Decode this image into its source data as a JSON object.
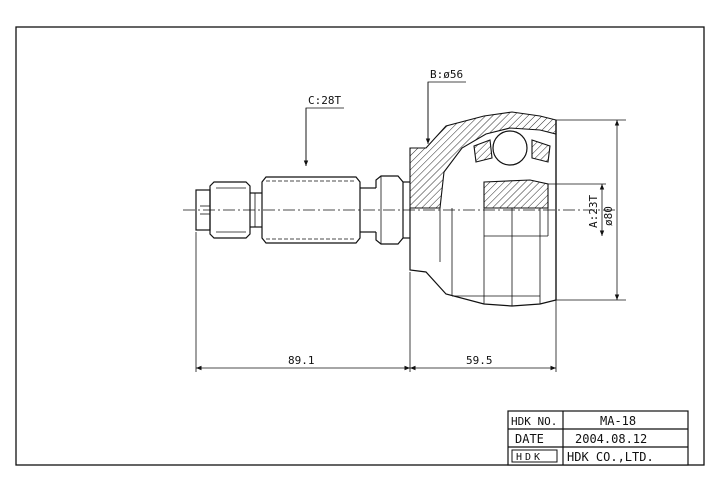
{
  "callouts": {
    "spline_c": "C:28T",
    "diameter_b": "B:ø56",
    "spline_a": "A:23T",
    "diameter_outer": "ø80"
  },
  "dimensions": {
    "length_shaft": "89.1",
    "length_housing": "59.5"
  },
  "title_block": {
    "part_no_label": "HDK NO.",
    "part_no_value": "MA-18",
    "date_label": "DATE",
    "date_value": "2004.08.12",
    "logo_text": "HDK",
    "company": "HDK CO.,LTD."
  }
}
